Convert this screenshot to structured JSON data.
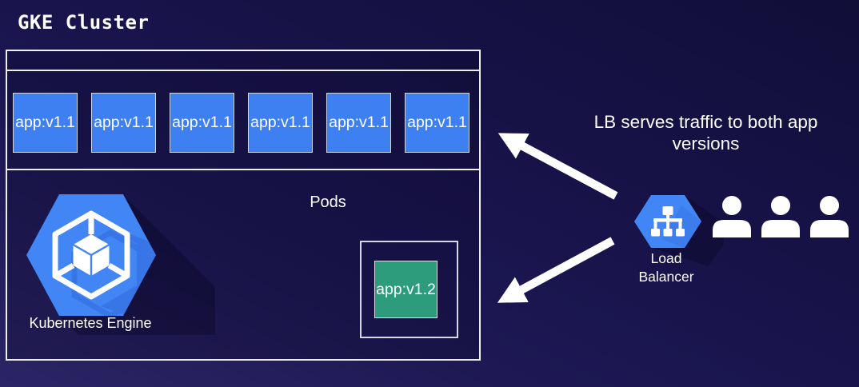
{
  "title": "GKE Cluster",
  "cluster": {
    "pods_label": "Pods",
    "pods": [
      "app:v1.1",
      "app:v1.1",
      "app:v1.1",
      "app:v1.1",
      "app:v1.1",
      "app:v1.1"
    ],
    "new_pod_label": "app:v1.2",
    "engine_label": "Kubernetes Engine"
  },
  "annotation": {
    "line1": "LB serves traffic to both app",
    "line2": "versions"
  },
  "load_balancer": {
    "label": "Load Balancer"
  },
  "icons": {
    "gke_icon": "gke-hexagon-cube",
    "load_balancer_icon": "load-balancer-hexagon",
    "user_icon": "person-silhouette",
    "arrow_up": "arrow-to-v1-pods",
    "arrow_down": "arrow-to-v2-pod"
  },
  "colors": {
    "background_top": "#110e38",
    "background_bottom": "#2c2565",
    "pod_blue": "#3e80f2",
    "pod_teal": "#2d9c7c",
    "hexagon_blue": "#4285f4",
    "hexagon_shadow_blue": "#2e66d8",
    "border_white": "#efeef4",
    "text_white": "#ffffff"
  }
}
